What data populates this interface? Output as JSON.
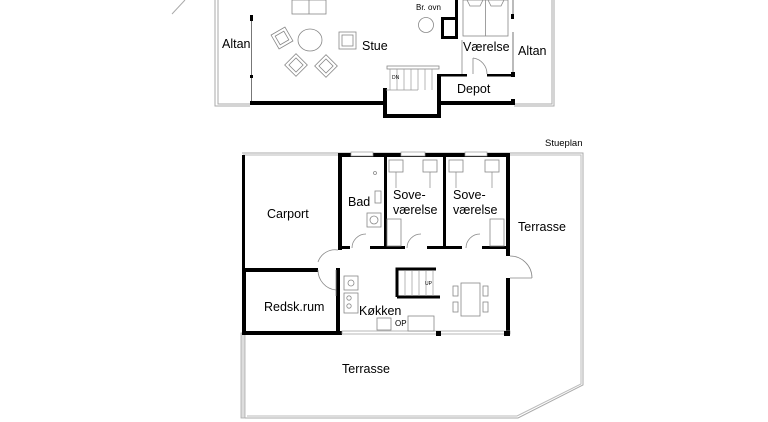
{
  "drawing": {
    "type": "floor_plan",
    "colors": {
      "wall": "#000000",
      "outline": "#aaaaaa",
      "furniture": "#888888",
      "background": "#ffffff"
    }
  },
  "upper_floor": {
    "rooms": {
      "altan_left": "Altan",
      "stue": "Stue",
      "br_ovn": "Br. ovn",
      "vaerelse": "Værelse",
      "altan_right": "Altan",
      "depot": "Depot"
    },
    "stair_labels": {
      "down": "DN",
      "up": "UP"
    }
  },
  "ground_floor": {
    "title": "Stueplan",
    "rooms": {
      "carport": "Carport",
      "bad": "Bad",
      "sove1_line1": "Sove-",
      "sove1_line2": "værelse",
      "sove2_line1": "Sove-",
      "sove2_line2": "værelse",
      "terrasse_right": "Terrasse",
      "redskrum": "Redsk.rum",
      "koekken": "Køkken",
      "op": "OP",
      "terrasse_bottom": "Terrasse"
    },
    "stair_labels": {
      "up": "UP"
    }
  }
}
